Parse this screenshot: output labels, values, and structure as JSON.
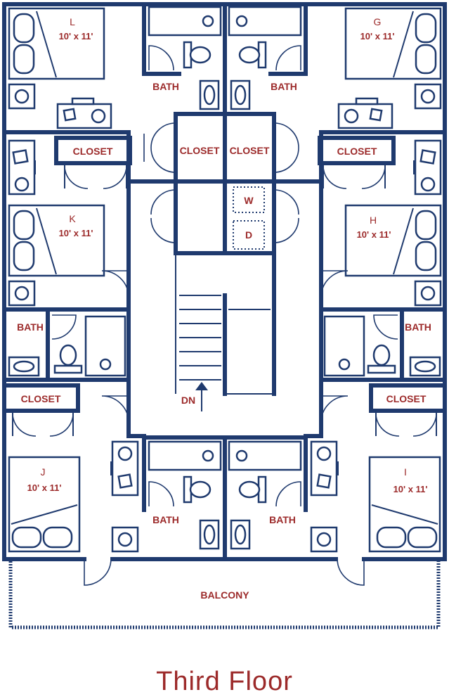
{
  "title": "Third Floor",
  "colors": {
    "walls": "#1f3a6e",
    "labels": "#9c2a2a",
    "background": "#ffffff"
  },
  "rooms": {
    "L": {
      "letter": "L",
      "size": "10' x 11'"
    },
    "G": {
      "letter": "G",
      "size": "10' x 11'"
    },
    "K": {
      "letter": "K",
      "size": "10' x 11'"
    },
    "H": {
      "letter": "H",
      "size": "10' x 11'"
    },
    "J": {
      "letter": "J",
      "size": "10' x 11'"
    },
    "I": {
      "letter": "I",
      "size": "10' x 11'"
    }
  },
  "labels": {
    "bath": "BATH",
    "closet": "CLOSET",
    "washer": "W",
    "dryer": "D",
    "stairs_down": "DN",
    "balcony": "BALCONY"
  }
}
